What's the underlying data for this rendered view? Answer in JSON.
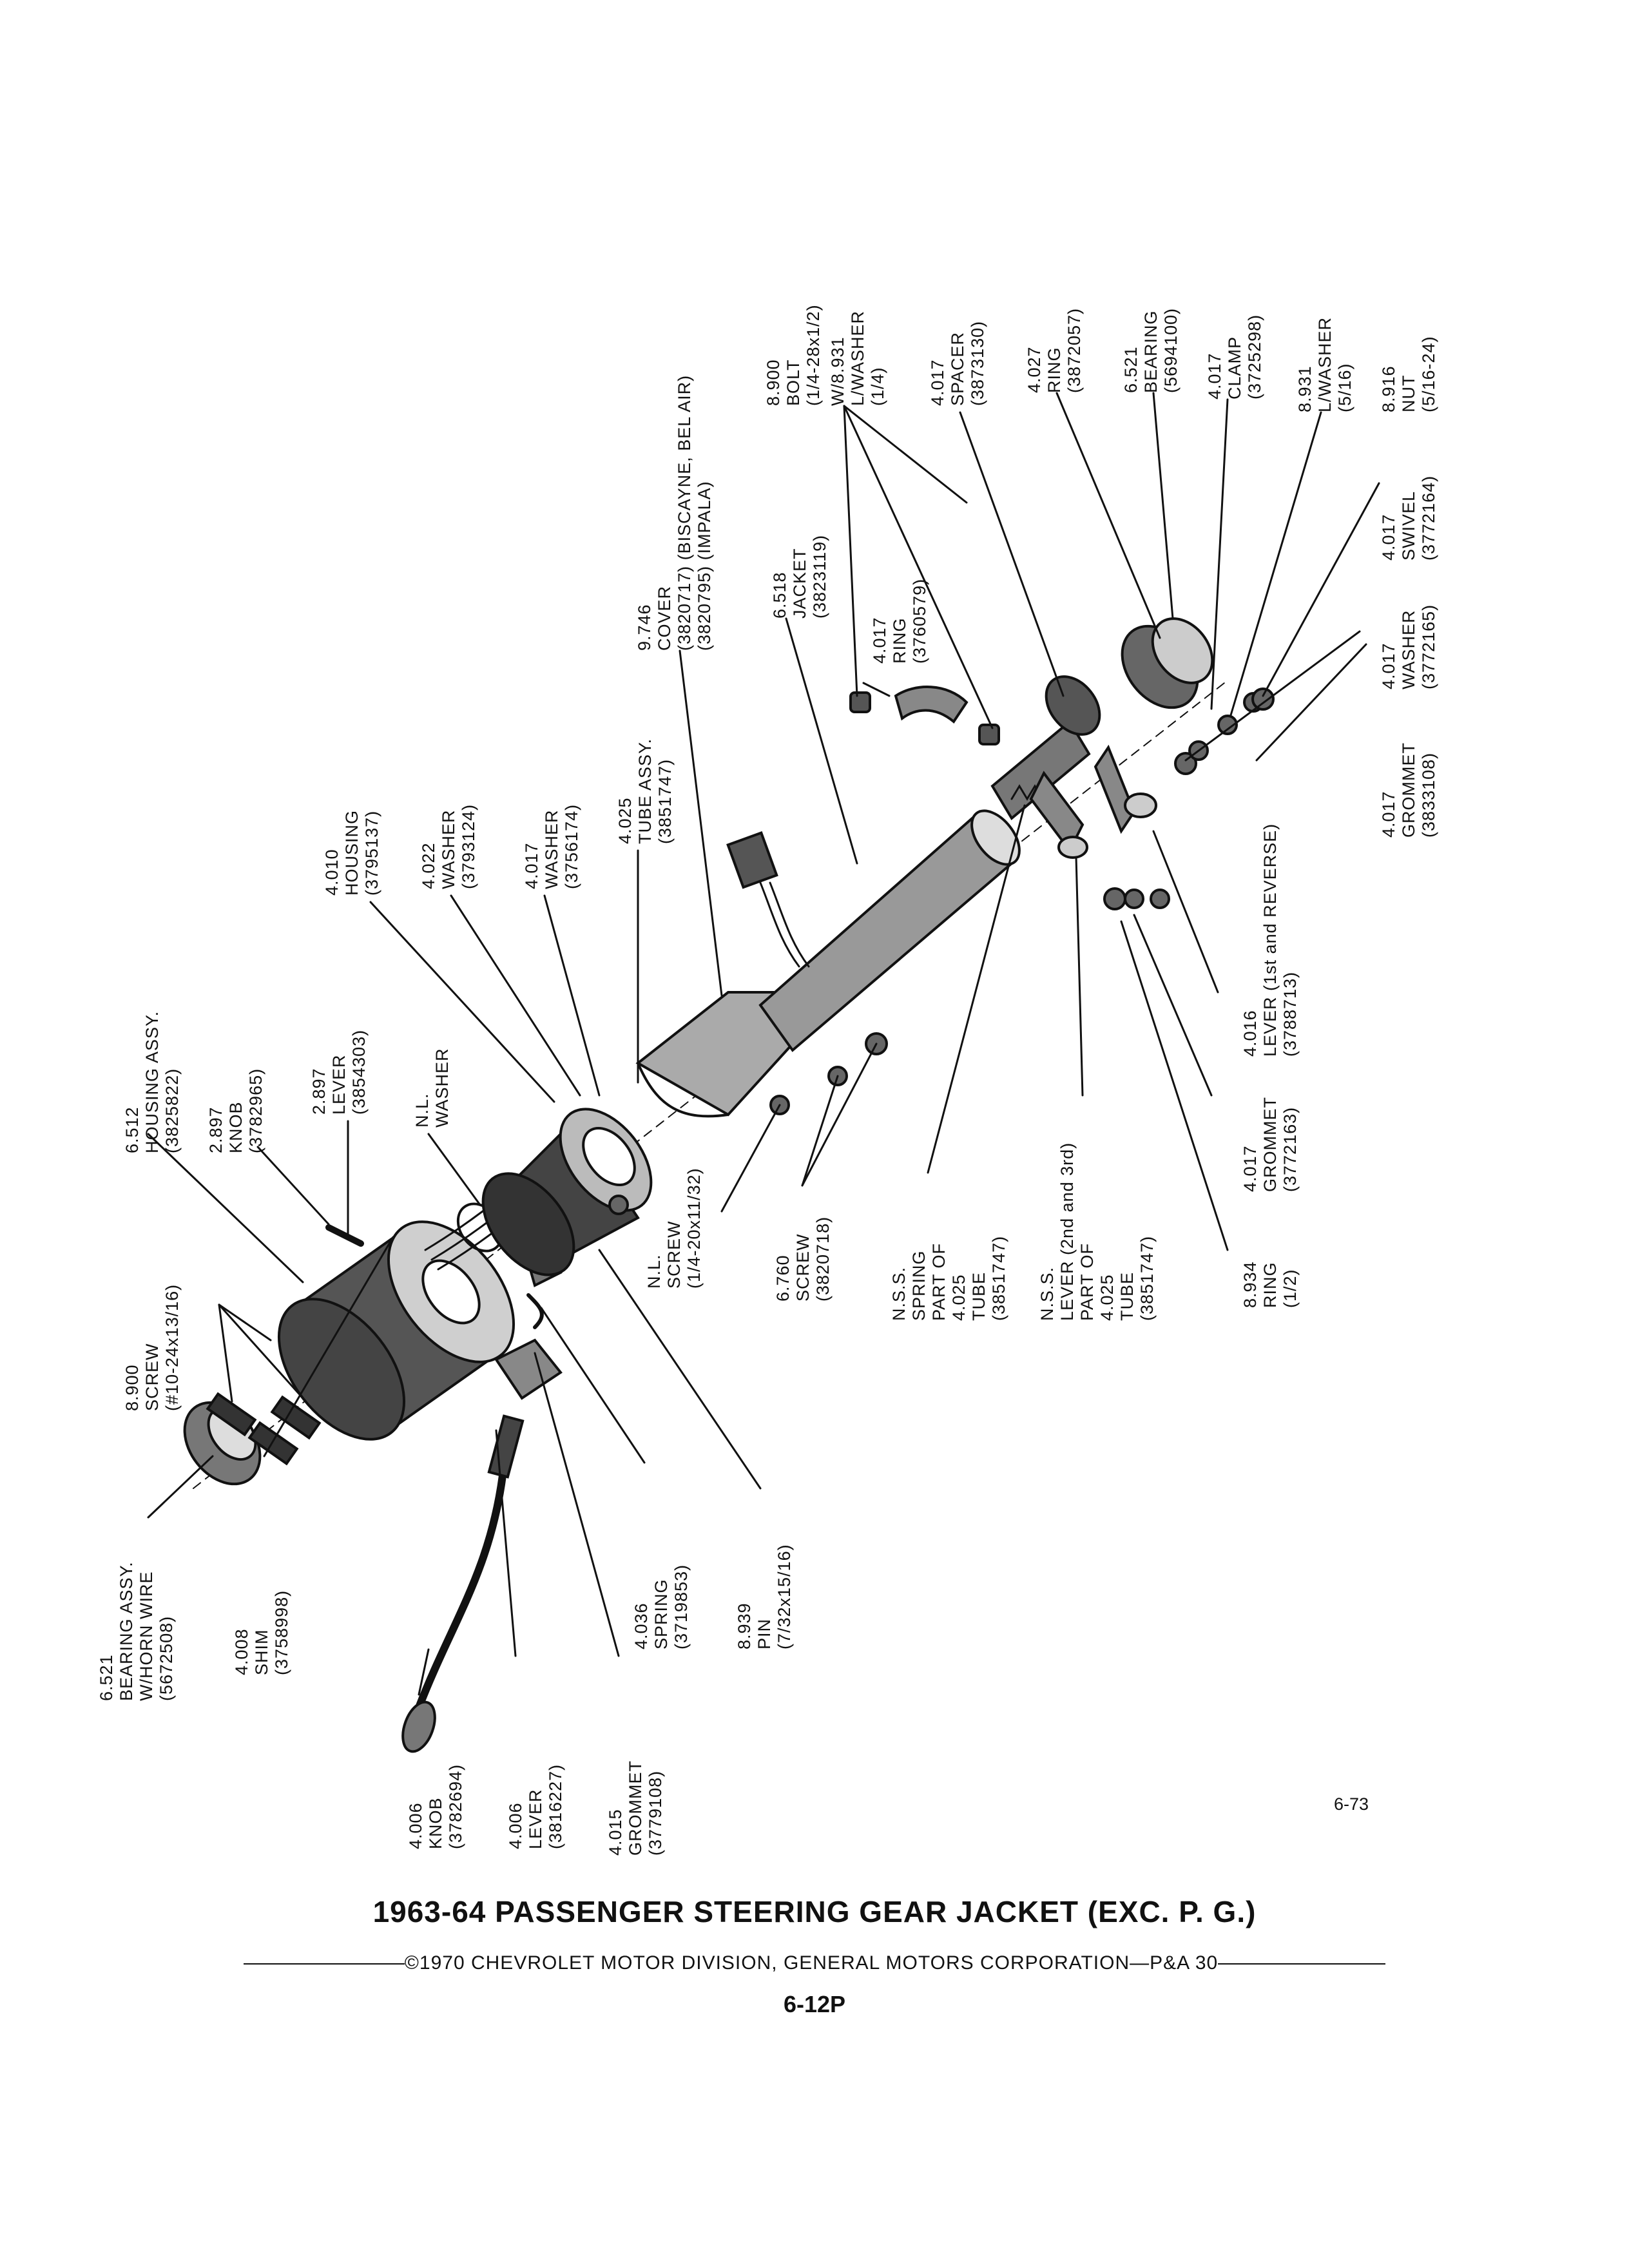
{
  "title": "1963-64 PASSENGER STEERING GEAR JACKET (EXC. P. G.)",
  "copyright": "©1970 CHEVROLET MOTOR DIVISION, GENERAL MOTORS CORPORATION—P&A 30",
  "plate_number": "6-12P",
  "page_ref": "6-73",
  "callouts": [
    {
      "id": "bearing-assy",
      "lines": [
        "6.521",
        "BEARING ASSY.",
        "W/HORN WIRE",
        "(5672508)"
      ]
    },
    {
      "id": "shim",
      "lines": [
        "4.008",
        "SHIM",
        "(3758998)"
      ]
    },
    {
      "id": "knob-4006",
      "lines": [
        "4.006",
        "KNOB",
        "(3782694)"
      ]
    },
    {
      "id": "lever-4006",
      "lines": [
        "4.006",
        "LEVER",
        "(3816227)"
      ]
    },
    {
      "id": "grommet-4015",
      "lines": [
        "4.015",
        "GROMMET",
        "(3779108)"
      ]
    },
    {
      "id": "spring-4036",
      "lines": [
        "4.036",
        "SPRING",
        "(3719853)"
      ]
    },
    {
      "id": "pin",
      "lines": [
        "8.939",
        "PIN",
        "(7/32x15/16)"
      ]
    },
    {
      "id": "screw-8900",
      "lines": [
        "8.900",
        "SCREW",
        "(#10-24x13/16)"
      ]
    },
    {
      "id": "housing-assy",
      "lines": [
        "6.512",
        "HOUSING ASSY.",
        "(3825822)"
      ]
    },
    {
      "id": "knob-2897",
      "lines": [
        "2.897",
        "KNOB",
        "(3782965)"
      ]
    },
    {
      "id": "lever-2897",
      "lines": [
        "2.897",
        "LEVER",
        "(3854303)"
      ]
    },
    {
      "id": "nl-washer",
      "lines": [
        "N.L.",
        "WASHER"
      ]
    },
    {
      "id": "housing-4010",
      "lines": [
        "4.010",
        "HOUSING",
        "(3795137)"
      ]
    },
    {
      "id": "washer-4022",
      "lines": [
        "4.022",
        "WASHER",
        "(3793124)"
      ]
    },
    {
      "id": "washer-4017",
      "lines": [
        "4.017",
        "WASHER",
        "(3756174)"
      ]
    },
    {
      "id": "tube-assy",
      "lines": [
        "4.025",
        "TUBE ASSY.",
        "(3851747)"
      ]
    },
    {
      "id": "cover",
      "lines": [
        "9.746",
        "COVER",
        "(3820717) (BISCAYNE, BEL AIR)",
        "(3820795) (IMPALA)"
      ]
    },
    {
      "id": "jacket",
      "lines": [
        "6.518",
        "JACKET",
        "(3823119)"
      ]
    },
    {
      "id": "ring-4017",
      "lines": [
        "4.017",
        "RING",
        "(3760579)"
      ]
    },
    {
      "id": "bolt",
      "lines": [
        "8.900",
        "BOLT",
        "(1/4-28x1/2)"
      ]
    },
    {
      "id": "lwasher-8931a",
      "lines": [
        "W/8.931",
        "L/WASHER",
        "(1/4)"
      ]
    },
    {
      "id": "spacer",
      "lines": [
        "4.017",
        "SPACER",
        "(3873130)"
      ]
    },
    {
      "id": "ring-4027",
      "lines": [
        "4.027",
        "RING",
        "(3872057)"
      ]
    },
    {
      "id": "bearing-6521",
      "lines": [
        "6.521",
        "BEARING",
        "(5694100)"
      ]
    },
    {
      "id": "clamp",
      "lines": [
        "4.017",
        "CLAMP",
        "(3725298)"
      ]
    },
    {
      "id": "lwasher-8931b",
      "lines": [
        "8.931",
        "L/WASHER",
        "(5/16)"
      ]
    },
    {
      "id": "nut",
      "lines": [
        "8.916",
        "NUT",
        "(5/16-24)"
      ]
    },
    {
      "id": "swivel",
      "lines": [
        "4.017",
        "SWIVEL",
        "(3772164)"
      ]
    },
    {
      "id": "washer-3772165",
      "lines": [
        "4.017",
        "WASHER",
        "(3772165)"
      ]
    },
    {
      "id": "grommet-3833108",
      "lines": [
        "4.017",
        "GROMMET",
        "(3833108)"
      ]
    },
    {
      "id": "lever-4016",
      "lines": [
        "4.016",
        "LEVER (1st and REVERSE)",
        "(3788713)"
      ]
    },
    {
      "id": "grommet-3772163",
      "lines": [
        "4.017",
        "GROMMET",
        "(3772163)"
      ]
    },
    {
      "id": "ring-8934",
      "lines": [
        "8.934",
        "RING",
        "(1/2)"
      ]
    },
    {
      "id": "nss-lever",
      "lines": [
        "N.S.S.",
        "LEVER (2nd and 3rd)",
        "PART OF",
        "4.025",
        "TUBE",
        "(3851747)"
      ]
    },
    {
      "id": "nss-spring",
      "lines": [
        "N.S.S.",
        "SPRING",
        "PART OF",
        "4.025",
        "TUBE",
        "(3851747)"
      ]
    },
    {
      "id": "screw-6760",
      "lines": [
        "6.760",
        "SCREW",
        "(3820718)"
      ]
    },
    {
      "id": "nl-screw",
      "lines": [
        "N.L.",
        "SCREW",
        "(1/4-20x11/32)"
      ]
    }
  ]
}
